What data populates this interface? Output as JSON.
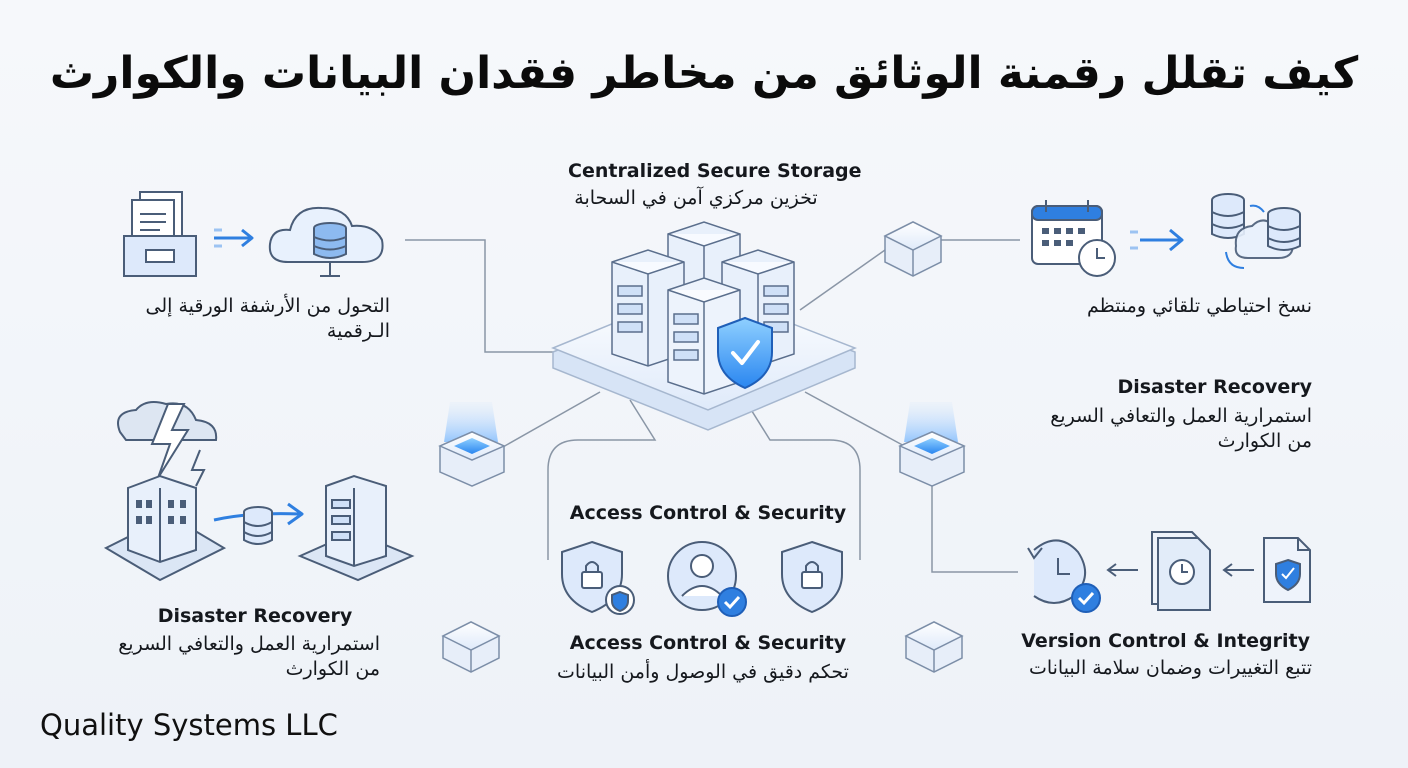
{
  "title": "كيف تقلل رقمنة الوثائق من مخاطر فقدان البيانات والكوارث",
  "center": {
    "en": "Centralized Secure Storage",
    "ar": "تخزين مركزي آمن في السحابة"
  },
  "digitization": {
    "ar_line1": "التحول من الأرشفة الورقية إلى",
    "ar_line2": "الـرقمية"
  },
  "backup": {
    "ar": "نسخ احتياطي تلقائي ومنتظم"
  },
  "dr_right": {
    "en": "Disaster Recovery",
    "ar_line1": "استمرارية العمل والتعافي السريع",
    "ar_line2": "من الكوارث"
  },
  "dr_left": {
    "en": "Disaster Recovery",
    "ar_line1": "استمرارية العمل والتعافي السريع",
    "ar_line2": "من الكوارث"
  },
  "access": {
    "en_top": "Access Control & Security",
    "en_bottom": "Access Control & Security",
    "ar": "تحكم دقيق في الوصول وأمن البيانات"
  },
  "version": {
    "en": "Version Control & Integrity",
    "ar": "تتبع التغييرات وضمان سلامة البيانات"
  },
  "company": "Quality Systems LLC",
  "colors": {
    "accent": "#2f7fe0",
    "line": "#8a96a6",
    "icon_stroke": "#4a5d78",
    "icon_fill": "#dde9fb"
  },
  "icons": [
    "archive-box-icon",
    "cloud-database-icon",
    "calendar-clock-icon",
    "database-sync-icon",
    "lightning-building-icon",
    "server-icon",
    "shield-lock-icon",
    "user-check-icon",
    "history-icon",
    "document-stack-icon",
    "secure-document-icon",
    "server-cluster-icon"
  ]
}
